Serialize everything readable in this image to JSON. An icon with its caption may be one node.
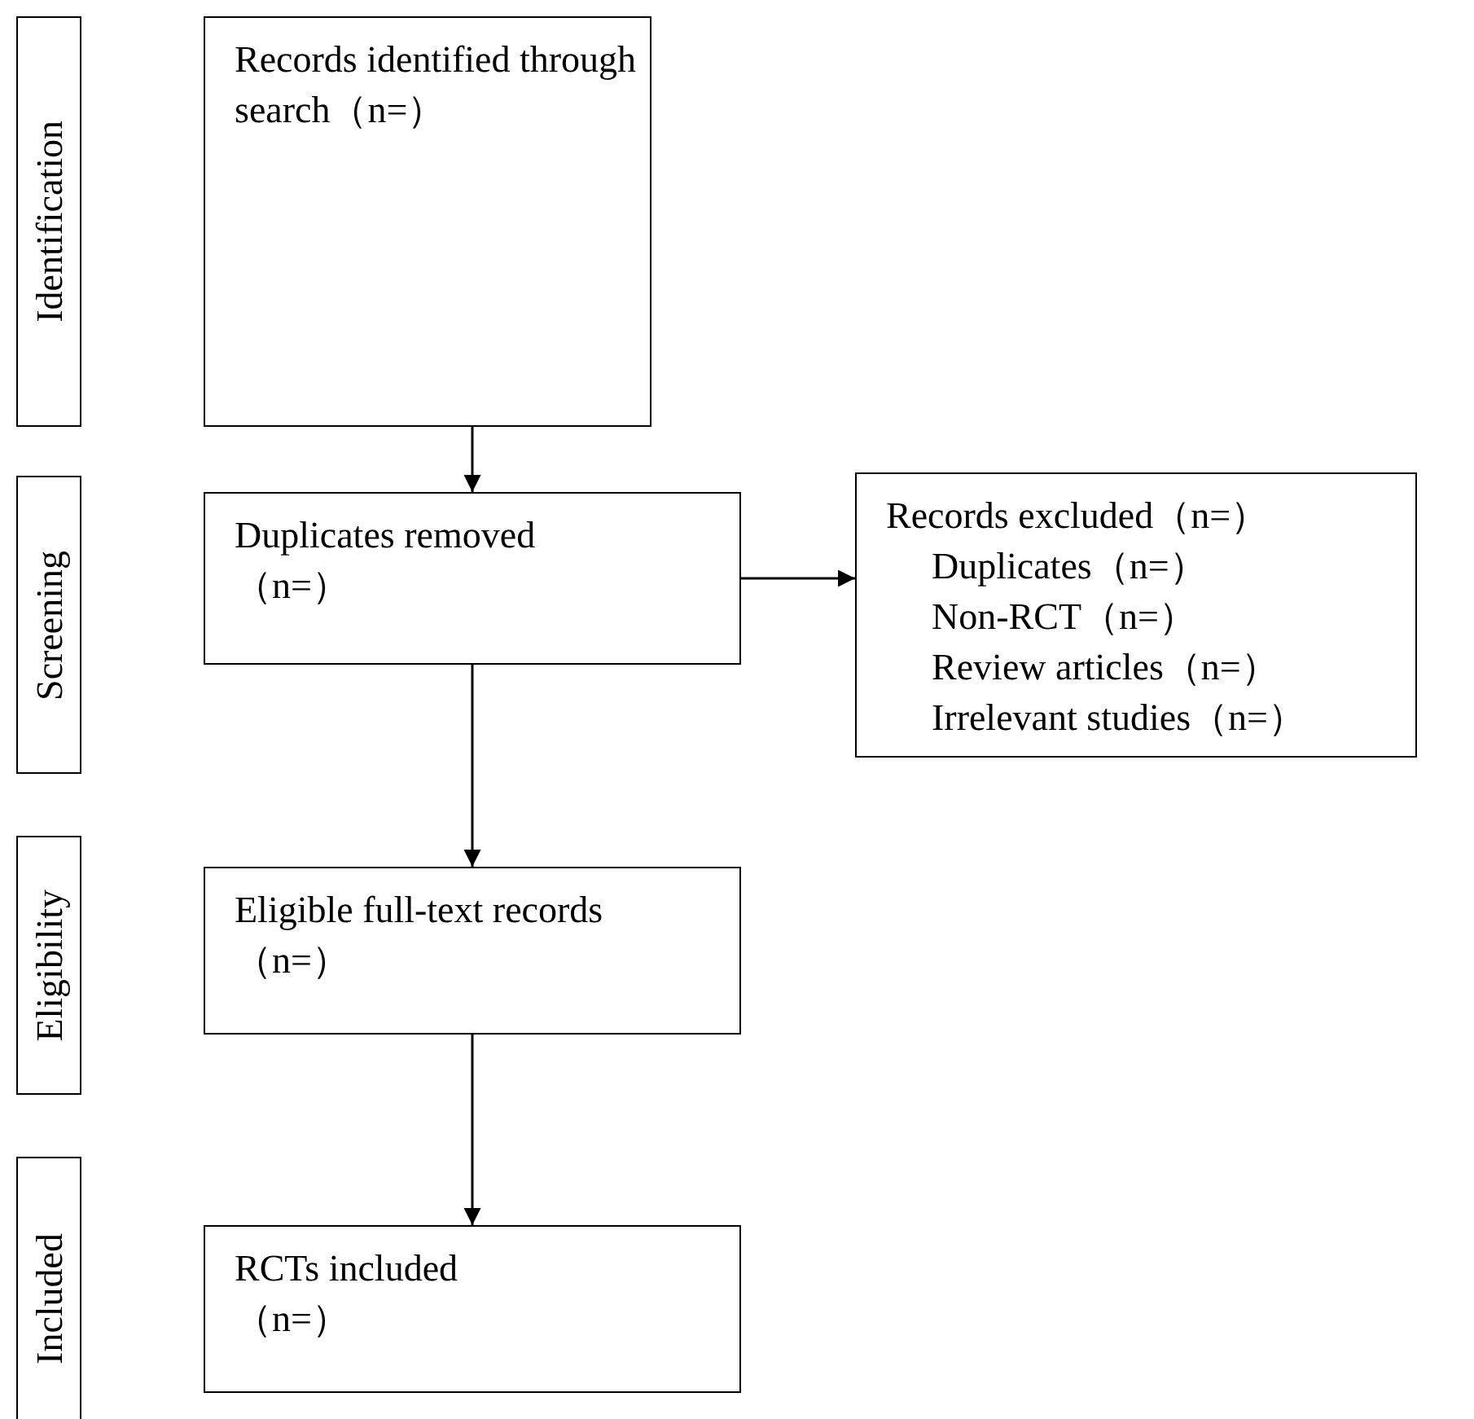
{
  "diagram": {
    "nodes": [
      {
        "text": [
          "Identification"
        ]
      },
      {
        "text": [
          "Records identified through search（n=）"
        ]
      },
      {
        "text": [
          "Screening"
        ]
      },
      {
        "text": [
          "Duplicates removed （n=）"
        ]
      },
      {
        "text": [
          "Records excluded（n=）",
          "Duplicates（n=）",
          "Non-RCT（n=）",
          "Review articles（n=）",
          "Irrelevant studies（n=）"
        ]
      },
      {
        "text": [
          "Eligibility"
        ]
      },
      {
        "text": [
          "Eligible full-text records （n=）"
        ]
      },
      {
        "text": [
          "Included"
        ]
      },
      {
        "text": [
          "RCTs included （n=）"
        ]
      }
    ],
    "edges": [
      {
        "from": 1,
        "to": 3,
        "arrow": "to"
      },
      {
        "from": 3,
        "to": 4,
        "arrow": "to"
      },
      {
        "from": 3,
        "to": 6,
        "arrow": "to"
      },
      {
        "from": 6,
        "to": 8,
        "arrow": "to"
      }
    ]
  }
}
